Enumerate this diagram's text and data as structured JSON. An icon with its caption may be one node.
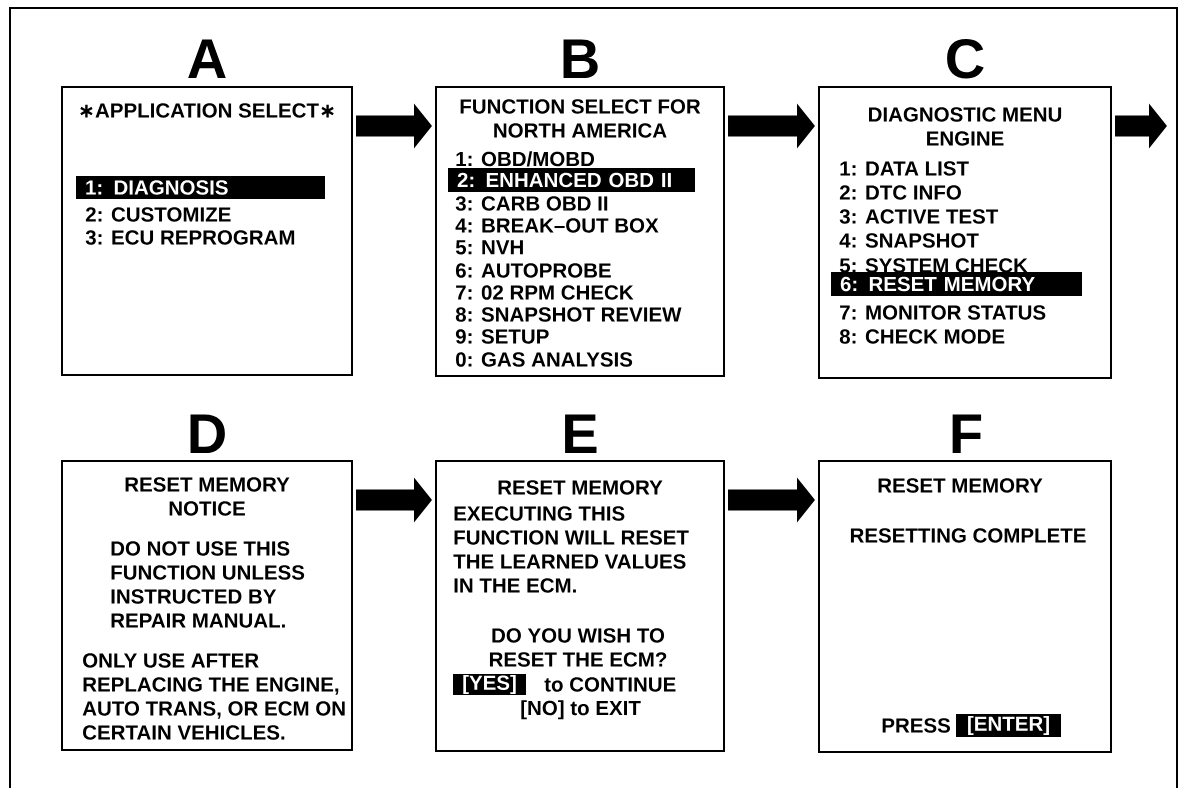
{
  "diagram": {
    "nodes": [
      {
        "text": [
          "A",
          "∗APPLICATION SELECT∗",
          "2: CUSTOMIZE",
          "3: ECU REPROGRAM"
        ]
      },
      {
        "text": [
          "1: DIAGNOSIS"
        ],
        "in": 0
      },
      {
        "text": [
          "B",
          "FUNCTION SELECT FOR NORTH AMERICA",
          "1: OBD/MOBD",
          "3: CARB OBD II",
          "4: BREAK–OUT BOX",
          "5: NVH",
          "6: AUTOPROBE",
          "7: 02 RPM CHECK",
          "8: SNAPSHOT REVIEW",
          "9: SETUP",
          "0: GAS ANALYSIS"
        ]
      },
      {
        "text": [
          "2: ENHANCED OBD II"
        ],
        "in": 2
      },
      {
        "text": [
          "C",
          "DIAGNOSTIC MENU ENGINE",
          "1: DATA LIST",
          "2: DTC INFO",
          "3: ACTIVE TEST",
          "4: SNAPSHOT",
          "5: SYSTEM CHECK",
          "7: MONITOR STATUS",
          "8: CHECK MODE"
        ]
      },
      {
        "text": [
          "6: RESET MEMORY"
        ],
        "in": 4
      },
      {
        "text": [
          "D",
          "RESET MEMORY NOTICE",
          "DO NOT USE THIS FUNCTION UNLESS INSTRUCTED BY REPAIR MANUAL.",
          "ONLY USE AFTER REPLACING THE ENGINE, AUTO TRANS, OR ECM ON CERTAIN VEHICLES."
        ]
      },
      {
        "text": [
          "E",
          "RESET MEMORY",
          "EXECUTING THIS FUNCTION WILL RESET THE LEARNED VALUES IN THE ECM.",
          "DO YOU WISH TO RESET THE ECM?",
          "to CONTINUE",
          "[NO] to EXIT"
        ]
      },
      {
        "text": [
          "[YES]"
        ],
        "in": 7
      },
      {
        "text": [
          "F",
          "RESET MEMORY",
          "RESETTING COMPLETE",
          "PRESS"
        ]
      },
      {
        "text": [
          "[ENTER]"
        ],
        "in": 9
      }
    ],
    "edges": [
      {
        "from": 0,
        "to": 2,
        "arrow": "to"
      },
      {
        "from": 2,
        "to": 4,
        "arrow": "to"
      },
      {
        "from": 4,
        "to": null,
        "arrow": "to"
      },
      {
        "from": 6,
        "to": 7,
        "arrow": "to"
      },
      {
        "from": 7,
        "to": 9,
        "arrow": "to"
      }
    ]
  }
}
